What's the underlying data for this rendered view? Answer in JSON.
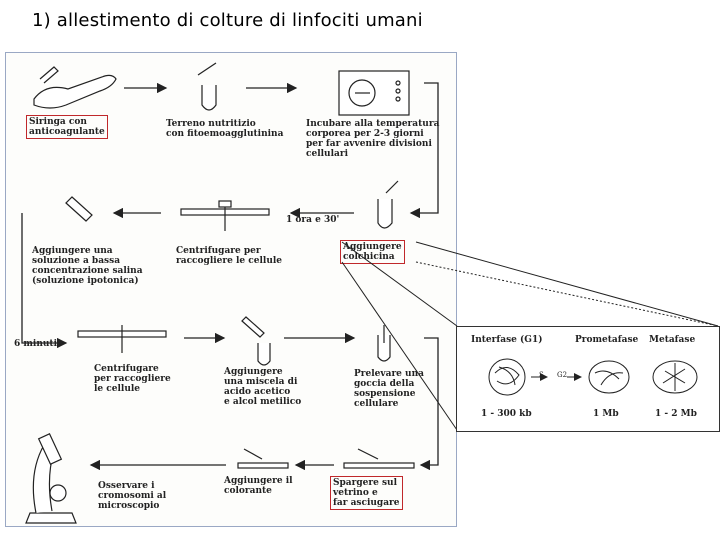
{
  "title": "1) allestimento di colture di linfociti umani",
  "steps": {
    "s1": "Siringa con\nanticoagulante",
    "s2": "Terreno nutritizio\ncon fitoemoagglutinina",
    "s3": "Incubare alla temperatura\ncorporea per 2-3 giorni\nper far avvenire divisioni\ncellulari",
    "s4": "Aggiungere\ncolchicina",
    "s5": "Centrifugare per\nraccogliere le cellule",
    "s6": "Aggiungere una\nsoluzione a bassa\nconcentrazione salina\n(soluzione ipotonica)",
    "s7": "Centrifugare\nper raccogliere\nle cellule",
    "s8": "Aggiungere\nuna miscela di\nacido acetico\ne alcol metilico",
    "s9": "Prelevare una\ngoccia della\nsospensione\ncellulare",
    "s10": "Spargere sul\nvetrino e\nfar asciugare",
    "s11": "Aggiungere il\ncolorante",
    "s12": "Osservare i\ncromosomi al\nmicroscopio"
  },
  "times": {
    "t1": "1 ora e 30'",
    "t2": "6 minuti"
  },
  "inset": {
    "phases": [
      "Interfase (G1)",
      "Prometafase",
      "Metafase"
    ],
    "sizes": [
      "1 - 300 kb",
      "1 Mb",
      "1 - 2 Mb"
    ],
    "cycle": [
      "S",
      "G2"
    ]
  }
}
